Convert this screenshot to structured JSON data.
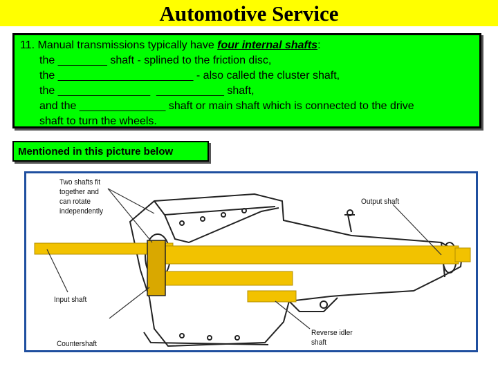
{
  "header": {
    "title": "Automotive Service"
  },
  "question": {
    "lines": [
      "11. Manual transmissions typically have ",
      "four internal shafts",
      ":",
      "the ________ shaft - splined to the friction disc,",
      "the ______________________ - also called the cluster shaft,",
      "the _______________  ___________ shaft,",
      "and the ______________ shaft or main shaft which is connected to the drive",
      "shaft to turn the wheels."
    ]
  },
  "mention_label": "Mentioned in this picture below",
  "figure": {
    "labels": {
      "two_shafts": "Two shafts fit\ntogether and\ncan rotate\nindependently",
      "output_shaft": "Output shaft",
      "input_shaft": "Input shaft",
      "countershaft": "Countershaft",
      "reverse_idler": "Reverse idler\nshaft"
    },
    "colors": {
      "shaft": "#f2c200",
      "frame": "#1f4f9f",
      "box_green": "#00ff00",
      "title_yellow": "#ffff00"
    }
  }
}
